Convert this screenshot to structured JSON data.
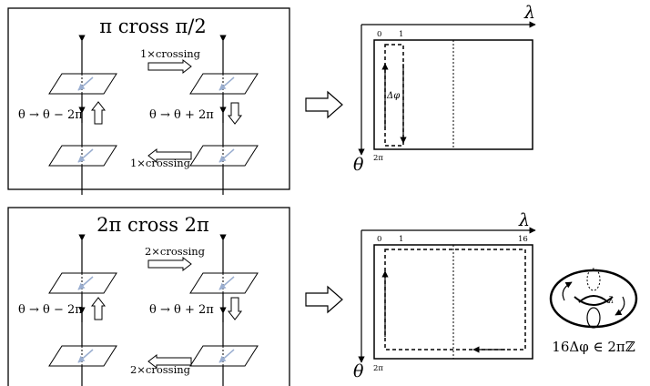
{
  "panels": [
    {
      "title": "π cross π/2",
      "top_crossing": "1×crossing",
      "bottom_crossing": "1×crossing",
      "left_label": "θ → θ − 2π",
      "right_label": "θ → θ + 2π"
    },
    {
      "title": "2π cross 2π",
      "top_crossing": "2×crossing",
      "bottom_crossing": "2×crossing",
      "left_label": "θ → θ − 2π",
      "right_label": "θ → θ + 2π"
    }
  ],
  "grids": [
    {
      "lambda": "λ",
      "theta": "θ",
      "tick_0": "0",
      "tick_1": "1",
      "tick_bottom": "2π",
      "delta": "Δφ"
    },
    {
      "lambda": "λ",
      "theta": "θ",
      "tick_0": "0",
      "tick_1": "1",
      "tick_end": "16",
      "tick_bottom": "2π"
    }
  ],
  "torus": {
    "label": "λ",
    "formula": "16Δφ ∈ 2πℤ"
  }
}
